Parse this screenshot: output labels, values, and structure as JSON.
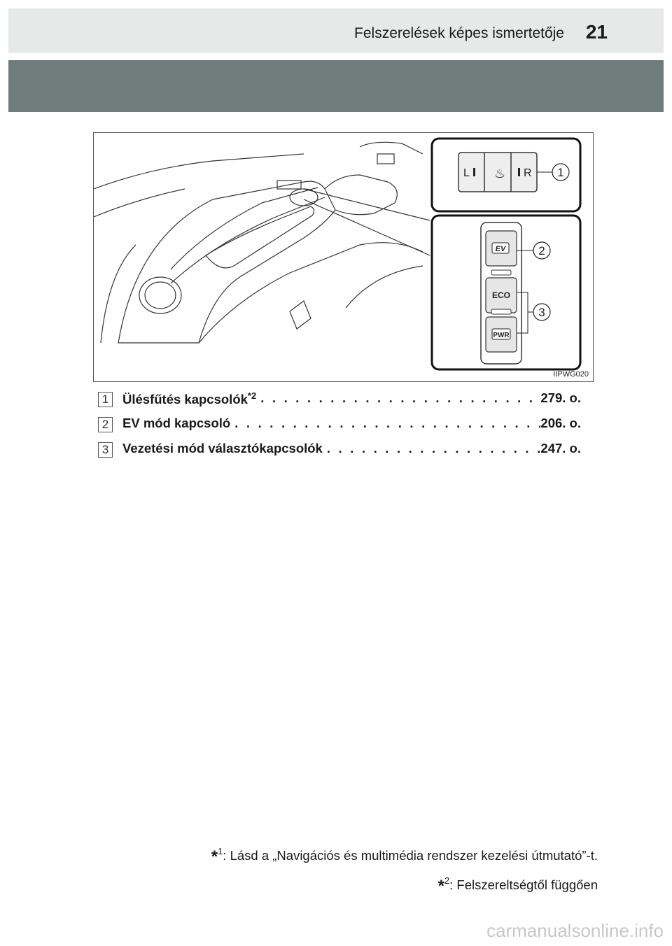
{
  "header": {
    "section_title": "Felszerelések képes ismertetője",
    "page_number": "21"
  },
  "figure": {
    "code": "IIPWG020",
    "callouts": [
      "1",
      "2",
      "3"
    ],
    "switch_labels": {
      "seat_left": "L",
      "seat_right": "R",
      "ev": "EV",
      "eco": "ECO",
      "pwr": "PWR"
    }
  },
  "legend": [
    {
      "num": "1",
      "label": "Ülésfűtés kapcsolók",
      "sup": "*2",
      "page": "279. o."
    },
    {
      "num": "2",
      "label": "EV mód kapcsoló",
      "sup": "",
      "page": "206. o."
    },
    {
      "num": "3",
      "label": "Vezetési mód választókapcsolók",
      "sup": "",
      "page": "247. o."
    }
  ],
  "footnotes": [
    {
      "mark": "*",
      "num": "1",
      "text": ": Lásd a „Navigációs és multimédia rendszer kezelési útmutató”-t."
    },
    {
      "mark": "*",
      "num": "2",
      "text": ": Felszereltségtől függően"
    }
  ],
  "watermark": "carmanualsonline.info"
}
